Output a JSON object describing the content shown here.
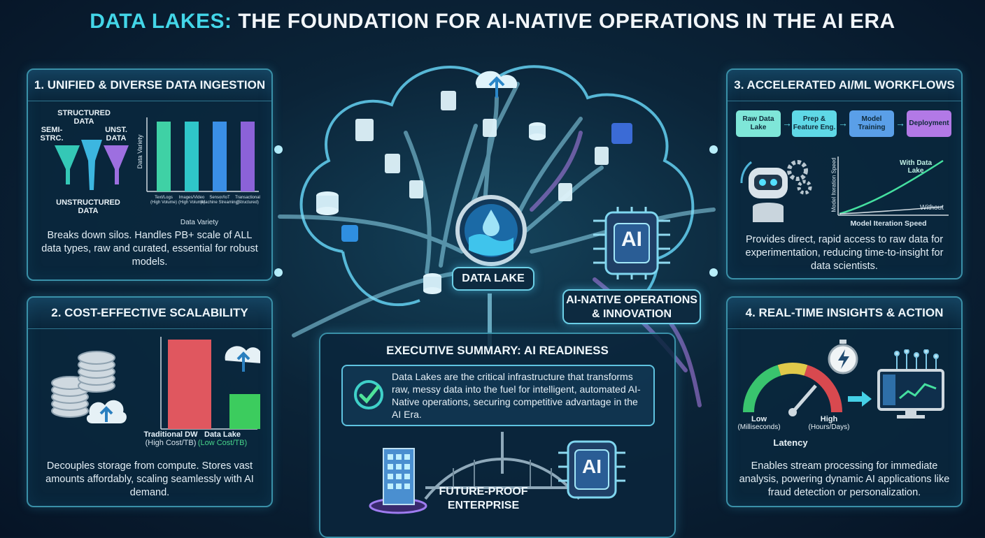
{
  "title": {
    "accent": "DATA LAKES:",
    "rest": "THE FOUNDATION FOR AI-NATIVE OPERATIONS IN THE AI ERA"
  },
  "panel1": {
    "heading": "1. UNIFIED & DIVERSE DATA INGESTION",
    "funnel_labels": {
      "top": "STRUCTURED DATA",
      "left": "SEMI-STRC.",
      "right": "UNST. DATA",
      "bottom": "UNSTRUCTURED DATA"
    },
    "chart": {
      "ylabel": "Data Variety",
      "xlabel": "Data Variety",
      "categories": [
        "Text/Logs (High Volume)",
        "Images/Video (High Volume)",
        "Sensor/IoT (Machine Streaming)",
        "Transactional (Structured)"
      ],
      "colors": [
        "#3fd1a5",
        "#2fc6c9",
        "#3a8fe6",
        "#8b62d8"
      ]
    },
    "text": "Breaks down silos. Handles PB+ scale of ALL data types, raw and curated, essential for robust models."
  },
  "panel2": {
    "heading": "2. COST-EFFECTIVE SCALABILITY",
    "bars": [
      {
        "label": "Traditional DW",
        "sub": "(High Cost/TB)",
        "color": "#e0575f",
        "sub_color": "#d6e3ec"
      },
      {
        "label": "Data Lake",
        "sub": "(Low Cost/TB)",
        "color": "#3ccc5e",
        "sub_color": "#47d38a"
      }
    ],
    "text": "Decouples storage from compute. Stores vast amounts affordably, scaling seamlessly with AI demand."
  },
  "panel3": {
    "heading": "3. ACCELERATED AI/ML WORKFLOWS",
    "steps": [
      "Raw Data Lake",
      "Prep & Feature Eng.",
      "Model Training",
      "Deployment"
    ],
    "step_colors": [
      "#7fe6d8",
      "#5fd8e6",
      "#5a9fe8",
      "#b279e6"
    ],
    "chart": {
      "ylabel": "Model Iteration Speed",
      "xlabel": "Model Iteration Speed",
      "series_top": "With Data Lake",
      "series_bottom": "Without"
    },
    "text": "Provides direct, rapid access to raw data for experimentation, reducing time-to-insight for data scientists."
  },
  "panel4": {
    "heading": "4. REAL-TIME INSIGHTS & ACTION",
    "gauge": {
      "low": "Low",
      "low_sub": "(Milliseconds)",
      "high": "High",
      "high_sub": "(Hours/Days)",
      "label": "Latency"
    },
    "text": "Enables stream processing for immediate analysis, powering dynamic AI applications like fraud detection or personalization."
  },
  "center": {
    "data_lake": "DATA LAKE",
    "ai_chip": "AI",
    "ai_ops": "AI-NATIVE OPERATIONS & INNOVATION"
  },
  "exec": {
    "heading": "EXECUTIVE SUMMARY: AI READINESS",
    "text": "Data Lakes are the critical infrastructure that transforms raw, messy data into the fuel for intelligent, automated AI-Native operations, securing competitive advantage in the AI Era.",
    "future": "FUTURE-PROOF ENTERPRISE",
    "ai_chip": "AI"
  }
}
